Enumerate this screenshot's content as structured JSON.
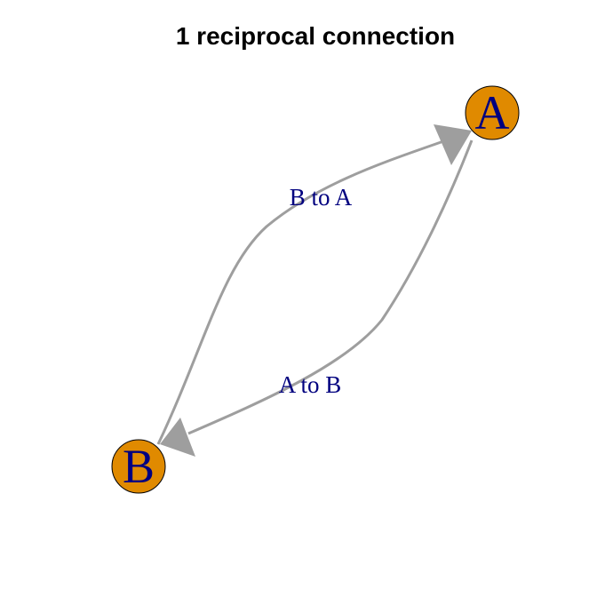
{
  "title": "1 reciprocal connection",
  "colors": {
    "node_fill": "#E08A00",
    "node_stroke": "#000000",
    "label_color": "#00007F",
    "edge_color": "#9E9E9E",
    "background": "#FFFFFF"
  },
  "nodes": [
    {
      "id": "A",
      "label": "A"
    },
    {
      "id": "B",
      "label": "B"
    }
  ],
  "edges": [
    {
      "from": "B",
      "to": "A",
      "label": "B to A"
    },
    {
      "from": "A",
      "to": "B",
      "label": "A to B"
    }
  ]
}
